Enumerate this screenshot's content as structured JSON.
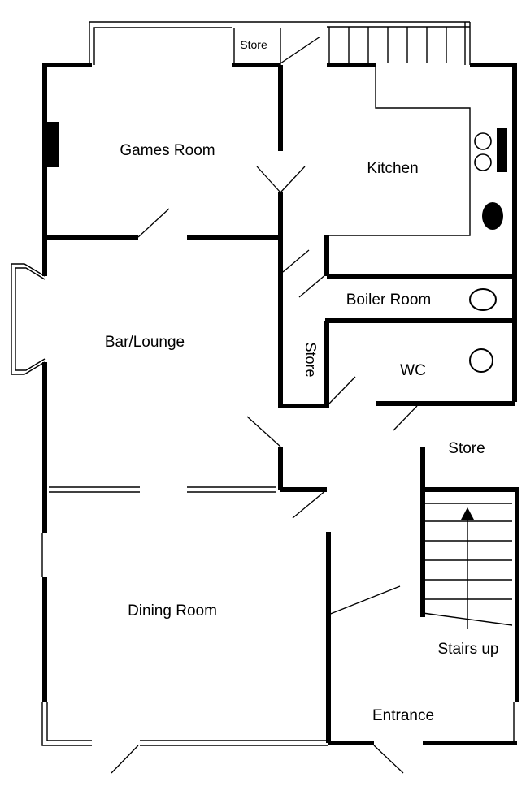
{
  "rooms": {
    "store_top": "Store",
    "games_room": "Games Room",
    "kitchen": "Kitchen",
    "boiler_room": "Boiler Room",
    "bar_lounge": "Bar/Lounge",
    "store_vertical": "Store",
    "wc": "WC",
    "store_right": "Store",
    "dining_room": "Dining Room",
    "stairs_up": "Stairs up",
    "entrance": "Entrance"
  }
}
